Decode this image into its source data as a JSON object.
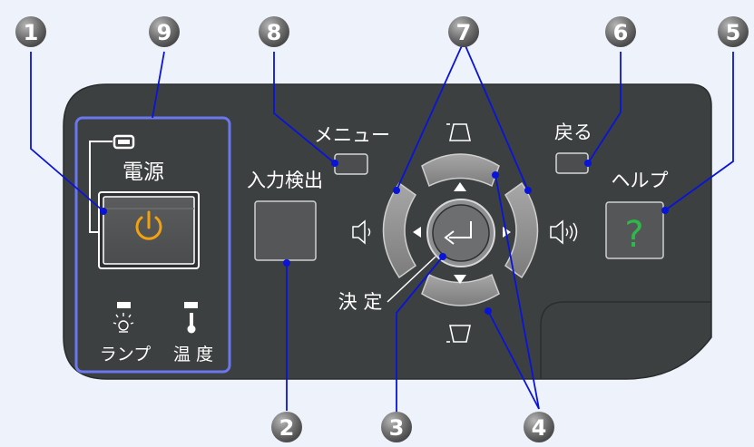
{
  "callouts": [
    "1",
    "2",
    "3",
    "4",
    "5",
    "6",
    "7",
    "8",
    "9"
  ],
  "labels": {
    "power": "電源",
    "menu": "メニュー",
    "source_search": "入力検出",
    "back": "戻る",
    "help": "ヘルプ",
    "help_symbol": "?",
    "enter": "決 定",
    "lamp": "ランプ",
    "temp": "温 度"
  },
  "colors": {
    "background": "#eef2fb",
    "panel": "#3d4041",
    "callout_line": "#0a14d6",
    "callout_badge": "#6f6f6f",
    "power_icon": "#f3a20f",
    "help_icon": "#2fb84a",
    "group_border": "#6a77ee"
  },
  "icons": {
    "power": "power-icon",
    "enter": "enter-return-icon",
    "volume_down": "speaker-low-icon",
    "volume_up": "speaker-high-icon",
    "keystone_up": "keystone-top-icon",
    "keystone_down": "keystone-bottom-icon",
    "lamp": "lamp-icon",
    "temperature": "thermometer-icon"
  }
}
